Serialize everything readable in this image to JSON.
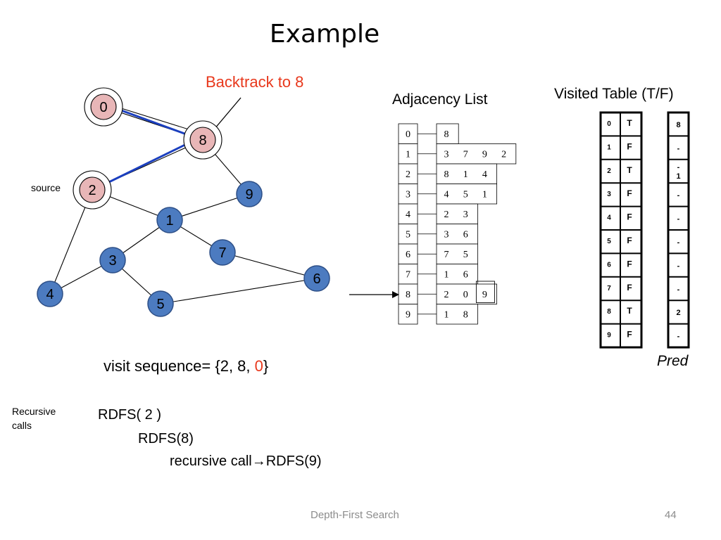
{
  "title": "Example",
  "annotation": "Backtrack to 8",
  "source_label": "source",
  "graph": {
    "nodes": [
      {
        "id": "0",
        "style": "visited-ring"
      },
      {
        "id": "8",
        "style": "visited-ring"
      },
      {
        "id": "2",
        "style": "visited-ring"
      },
      {
        "id": "9",
        "style": "unvisited"
      },
      {
        "id": "1",
        "style": "unvisited"
      },
      {
        "id": "7",
        "style": "unvisited"
      },
      {
        "id": "3",
        "style": "unvisited"
      },
      {
        "id": "6",
        "style": "unvisited"
      },
      {
        "id": "4",
        "style": "unvisited"
      },
      {
        "id": "5",
        "style": "unvisited"
      }
    ],
    "edges": [
      [
        "0",
        "8"
      ],
      [
        "2",
        "8"
      ],
      [
        "8",
        "9"
      ],
      [
        "2",
        "1"
      ],
      [
        "2",
        "4"
      ],
      [
        "9",
        "1"
      ],
      [
        "1",
        "3"
      ],
      [
        "1",
        "7"
      ],
      [
        "3",
        "4"
      ],
      [
        "3",
        "5"
      ],
      [
        "7",
        "6"
      ],
      [
        "5",
        "6"
      ]
    ],
    "traversal_arrows": [
      [
        "0",
        "8"
      ],
      [
        "8",
        "2"
      ]
    ]
  },
  "adjacency_list": {
    "title": "Adjacency List",
    "rows": [
      {
        "vertex": "0",
        "neighbors": [
          "8"
        ]
      },
      {
        "vertex": "1",
        "neighbors": [
          "3",
          "7",
          "9",
          "2"
        ]
      },
      {
        "vertex": "2",
        "neighbors": [
          "8",
          "1",
          "4"
        ]
      },
      {
        "vertex": "3",
        "neighbors": [
          "4",
          "5",
          "1"
        ]
      },
      {
        "vertex": "4",
        "neighbors": [
          "2",
          "3"
        ]
      },
      {
        "vertex": "5",
        "neighbors": [
          "3",
          "6"
        ]
      },
      {
        "vertex": "6",
        "neighbors": [
          "7",
          "5"
        ]
      },
      {
        "vertex": "7",
        "neighbors": [
          "1",
          "6"
        ]
      },
      {
        "vertex": "8",
        "neighbors": [
          "2",
          "0",
          "9"
        ]
      },
      {
        "vertex": "9",
        "neighbors": [
          "1",
          "8"
        ]
      }
    ],
    "current_row": "8"
  },
  "visited_table": {
    "title": "Visited Table (T/F)",
    "rows": [
      {
        "vertex": "0",
        "visited": "T"
      },
      {
        "vertex": "1",
        "visited": "F"
      },
      {
        "vertex": "2",
        "visited": "T"
      },
      {
        "vertex": "3",
        "visited": "F"
      },
      {
        "vertex": "4",
        "visited": "F"
      },
      {
        "vertex": "5",
        "visited": "F"
      },
      {
        "vertex": "6",
        "visited": "F"
      },
      {
        "vertex": "7",
        "visited": "F"
      },
      {
        "vertex": "8",
        "visited": "T"
      },
      {
        "vertex": "9",
        "visited": "F"
      }
    ]
  },
  "pred_table": {
    "label": "Pred",
    "values": [
      "8",
      "-",
      "-\n1",
      "-",
      "-",
      "-",
      "-",
      "-",
      "2",
      "-"
    ]
  },
  "visit_sequence": {
    "prefix": "visit sequence= {2, 8, ",
    "highlight": "0",
    "suffix": "}"
  },
  "recursive_calls": {
    "label": "Recursive calls",
    "lines": [
      "RDFS( 2 )",
      "RDFS(8)",
      "recursive call→RDFS(9)"
    ]
  },
  "footer": {
    "text": "Depth-First Search",
    "page": "44"
  },
  "colors": {
    "unvisited_fill": "#4c7bc0",
    "visited_fill": "#e8b6b7",
    "arrow": "#1b3fbf",
    "highlight": "#e8381c"
  }
}
